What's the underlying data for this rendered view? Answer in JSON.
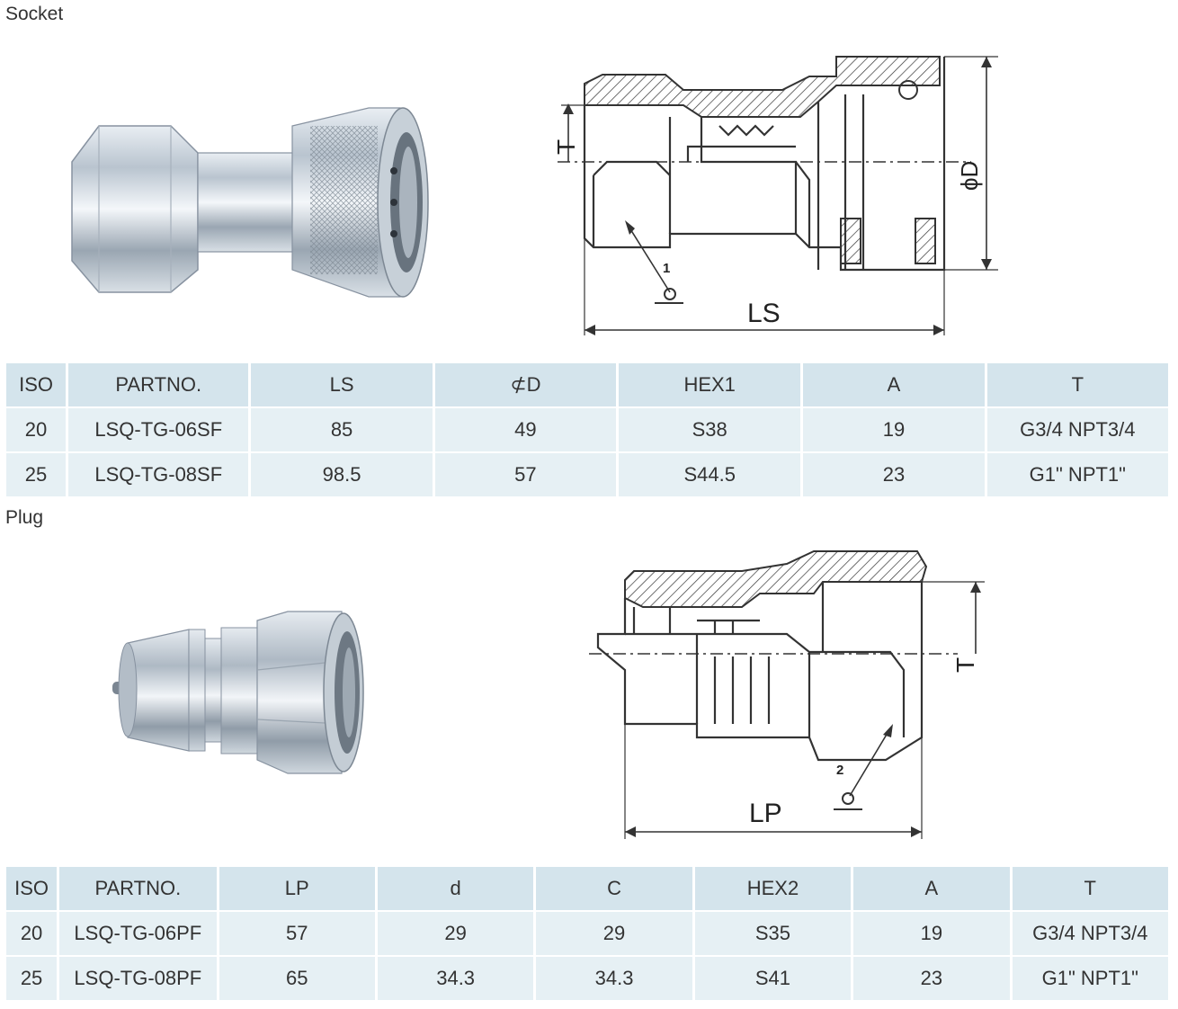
{
  "socket": {
    "title": "Socket",
    "drawing_labels": {
      "t": "T",
      "phi_d": "ϕD",
      "ls": "LS",
      "mark": "1"
    },
    "headers": [
      "ISO",
      "PARTNO.",
      "LS",
      "⊄D",
      "HEX1",
      "A",
      "T"
    ],
    "rows": [
      [
        "20",
        "LSQ-TG-06SF",
        "85",
        "49",
        "S38",
        "19",
        "G3/4 NPT3/4"
      ],
      [
        "25",
        "LSQ-TG-08SF",
        "98.5",
        "57",
        "S44.5",
        "23",
        "G1\" NPT1\""
      ]
    ]
  },
  "plug": {
    "title": "Plug",
    "drawing_labels": {
      "t": "T",
      "lp": "LP",
      "mark": "2"
    },
    "headers": [
      "ISO",
      "PARTNO.",
      "LP",
      "d",
      "C",
      "HEX2",
      "A",
      "T"
    ],
    "rows": [
      [
        "20",
        "LSQ-TG-06PF",
        "57",
        "29",
        "29",
        "S35",
        "19",
        "G3/4 NPT3/4"
      ],
      [
        "25",
        "LSQ-TG-08PF",
        "65",
        "34.3",
        "34.3",
        "S41",
        "23",
        "G1\" NPT1\""
      ]
    ]
  }
}
